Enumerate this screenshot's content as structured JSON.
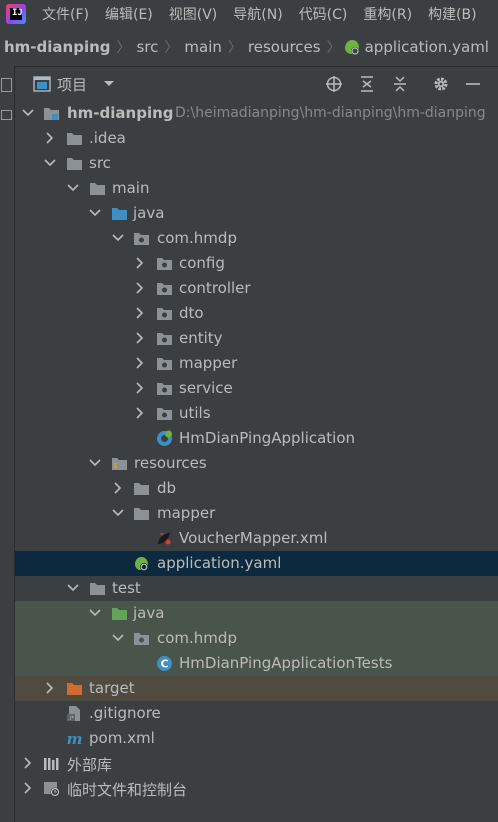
{
  "menubar": {
    "items": [
      "文件(F)",
      "编辑(E)",
      "视图(V)",
      "导航(N)",
      "代码(C)",
      "重构(R)",
      "构建(B)"
    ]
  },
  "breadcrumb": {
    "project": "hm-dianping",
    "items": [
      "src",
      "main",
      "resources",
      "application.yaml"
    ]
  },
  "panel": {
    "title": "项目"
  },
  "tree": {
    "root": {
      "label": "hm-dianping",
      "path": "D:\\heimadianping\\hm-dianping\\hm-dianping"
    },
    "idea": ".idea",
    "src": "src",
    "main": "main",
    "java": "java",
    "pkg": "com.hmdp",
    "config": "config",
    "controller": "controller",
    "dto": "dto",
    "entity": "entity",
    "mapper": "mapper",
    "service": "service",
    "utils": "utils",
    "app_class": "HmDianPingApplication",
    "resources": "resources",
    "db": "db",
    "res_mapper": "mapper",
    "voucher_xml": "VoucherMapper.xml",
    "app_yaml": "application.yaml",
    "test": "test",
    "test_java": "java",
    "test_pkg": "com.hmdp",
    "test_class": "HmDianPingApplicationTests",
    "target": "target",
    "gitignore": ".gitignore",
    "pom": "pom.xml",
    "ext_libs": "外部库",
    "scratches": "临时文件和控制台"
  },
  "colors": {
    "background": "#3c3f41",
    "selected_row": "#0d293e",
    "test_row": "#49544a",
    "excluded_row": "#4f4b41",
    "folder_grey": "#8c9196",
    "folder_blue": "#3d8fc6",
    "folder_green": "#62a55a",
    "folder_orange": "#d06c2f",
    "spring_green": "#6db33f"
  }
}
